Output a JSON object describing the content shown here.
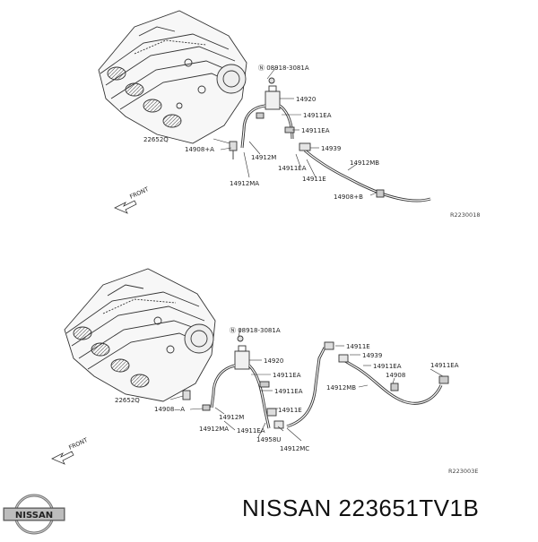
{
  "top_diagram": {
    "labels": {
      "bolt": "Ⓝ 08918-3081A",
      "p14920": "14920",
      "p14911ea_1": "14911EA",
      "p14911ea_2": "14911EA",
      "p14939": "14939",
      "p22652q": "22652Q",
      "p14908a": "14908+A",
      "p14912m": "14912M",
      "p14911ea_3": "14911EA",
      "p14912mb": "14912MB",
      "p14911e": "14911E",
      "p14912ma": "14912MA",
      "p14908b": "14908+B",
      "front": "FRONT",
      "code": "R2230018"
    }
  },
  "bottom_diagram": {
    "labels": {
      "bolt": "Ⓝ 08918-3081A",
      "p14920": "14920",
      "p14911ea_1": "14911EA",
      "p14911ea_2": "14911EA",
      "p14911e_top": "14911E",
      "p14939": "14939",
      "p14911ea_r1": "14911EA",
      "p14908": "14908",
      "p14911ea_r2": "14911EA",
      "p14912mb": "14912MB",
      "p22652q": "22652Q",
      "p14908a": "14908—A",
      "p14912m": "14912M",
      "p14911e": "14911E",
      "p14912ma": "14912MA",
      "p14911ea_3": "14911EA",
      "p14958u": "14958U",
      "p14912mc": "14912MC",
      "front": "FRONT",
      "code": "R223003E"
    }
  },
  "footer": {
    "logo_text": "NISSAN",
    "part_caption": "NISSAN 223651TV1B"
  }
}
